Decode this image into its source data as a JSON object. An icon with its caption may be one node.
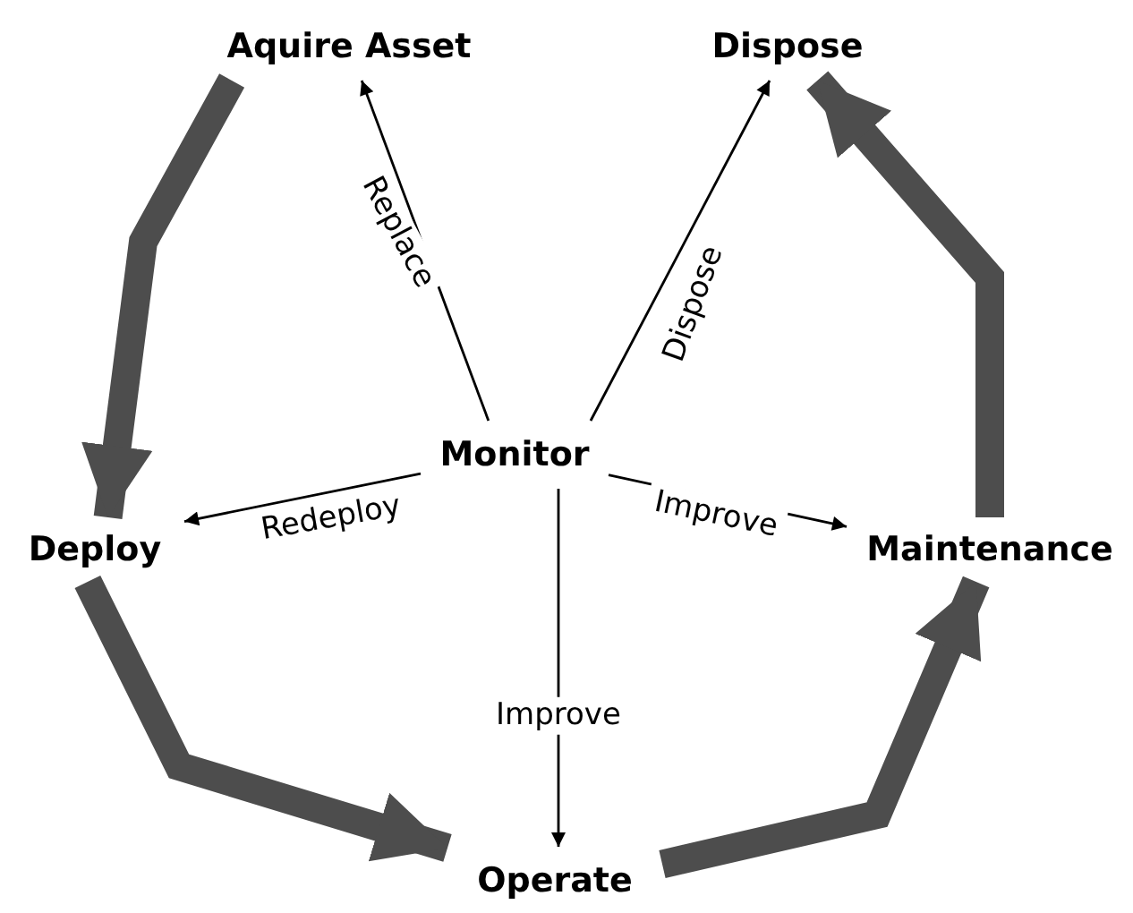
{
  "diagram": {
    "nodes": [
      {
        "text": [
          "Aquire Asset"
        ]
      },
      {
        "text": [
          "Dispose"
        ]
      },
      {
        "text": [
          "Monitor"
        ]
      },
      {
        "text": [
          "Deploy"
        ]
      },
      {
        "text": [
          "Maintenance"
        ]
      },
      {
        "text": [
          "Operate"
        ]
      }
    ],
    "edges": [
      {
        "from": 0,
        "to": 3,
        "arrow": "to",
        "style": "thick",
        "color": "#4d4d4d"
      },
      {
        "from": 3,
        "to": 5,
        "arrow": "to",
        "style": "thick",
        "color": "#4d4d4d"
      },
      {
        "from": 5,
        "to": 4,
        "arrow": "to",
        "style": "thick",
        "color": "#4d4d4d"
      },
      {
        "from": 4,
        "to": 1,
        "arrow": "to",
        "style": "thick",
        "color": "#4d4d4d"
      },
      {
        "from": 2,
        "to": 0,
        "arrow": "to",
        "label": "Replace"
      },
      {
        "from": 2,
        "to": 1,
        "arrow": "to",
        "label": "Dispose"
      },
      {
        "from": 2,
        "to": 3,
        "arrow": "to",
        "label": "Redeploy"
      },
      {
        "from": 2,
        "to": 4,
        "arrow": "to",
        "label": "Improve"
      },
      {
        "from": 2,
        "to": 5,
        "arrow": "to",
        "label": "Improve"
      }
    ]
  }
}
